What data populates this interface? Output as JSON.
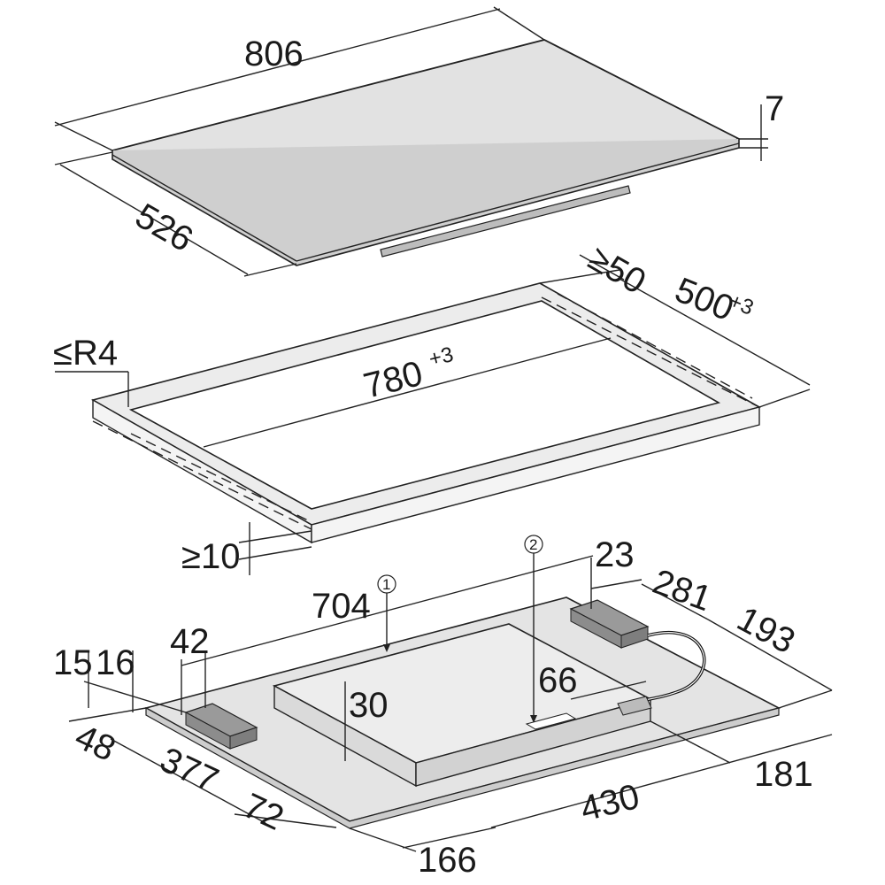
{
  "cooktop": {
    "width": "806",
    "depth": "526",
    "thickness": "7"
  },
  "cutout": {
    "rear_clearance": "≥50",
    "depth": "500",
    "depth_tolerance": "+3",
    "corner_radius": "≤R4",
    "width": "780",
    "width_tolerance": "+3",
    "front_clearance": "≥10"
  },
  "underside": {
    "callout_1": "1",
    "callout_2": "2",
    "housing_width": "704",
    "left_block_offset": "42",
    "dim_15": "15",
    "dim_16": "16",
    "dim_48": "48",
    "dim_377": "377",
    "dim_72": "72",
    "dim_166": "166",
    "housing_height": "30",
    "cable_offset": "66",
    "right_block_width": "23",
    "dim_281": "281",
    "dim_193": "193",
    "dim_430": "430",
    "dim_181": "181"
  }
}
